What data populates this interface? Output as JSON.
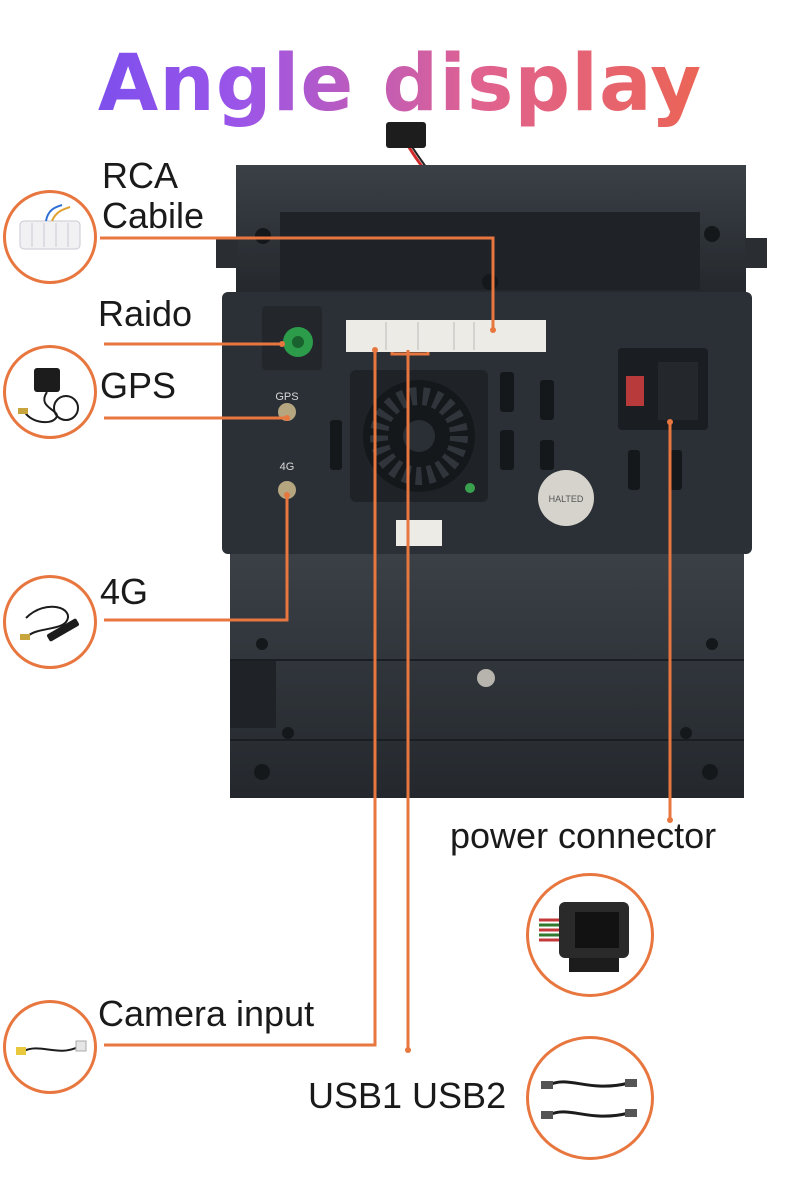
{
  "title": "Angle display",
  "device": {
    "port_labels": {
      "gps": "GPS",
      "lte": "4G"
    },
    "sticker_text": "HALTED"
  },
  "callouts": {
    "rca_cable": "RCA\nCabile",
    "radio": "Raido",
    "gps": "GPS",
    "lte": "4G",
    "power_connector": "power connector",
    "camera_input": "Camera input",
    "usb": "USB1 USB2"
  },
  "colors": {
    "accent": "#e8763f",
    "unit_body": "#2d3238",
    "title_start": "#6a4cf0",
    "title_end": "#f0663d"
  }
}
